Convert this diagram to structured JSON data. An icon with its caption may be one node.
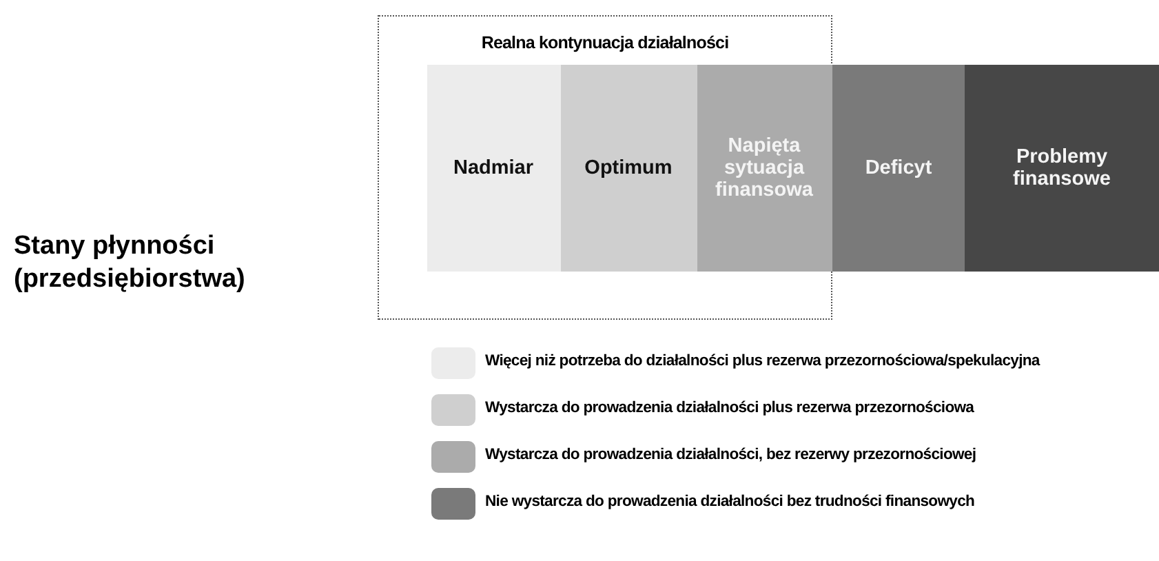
{
  "diagram": {
    "nodes": [
      {
        "text": [
          "Realna kontynuacja działalności"
        ]
      },
      {
        "text": [
          "Nadmiar"
        ],
        "in": 0
      },
      {
        "text": [
          "Optimum"
        ],
        "in": 0
      },
      {
        "text": [
          "Napięta sytuacja finansowa"
        ],
        "in": 0
      },
      {
        "text": [
          "Deficyt"
        ]
      },
      {
        "text": [
          "Problemy finansowe"
        ]
      }
    ],
    "labels": [
      "Stany płynności (przedsiębiorstwa)"
    ],
    "legend": [
      {
        "text": "Więcej niż potrzeba do działalności plus rezerwa przezornościowa/spekulacyjna",
        "color": "#ececec"
      },
      {
        "text": "Wystarcza do prowadzenia działalności plus rezerwa przezornościowa",
        "color": "#cfcfcf"
      },
      {
        "text": "Wystarcza do prowadzenia działalności, bez rezerwy przezornościowej",
        "color": "#ababab"
      },
      {
        "text": "Nie wystarcza do prowadzenia działalności bez trudności finansowych",
        "color": "#7a7a7a"
      }
    ]
  }
}
